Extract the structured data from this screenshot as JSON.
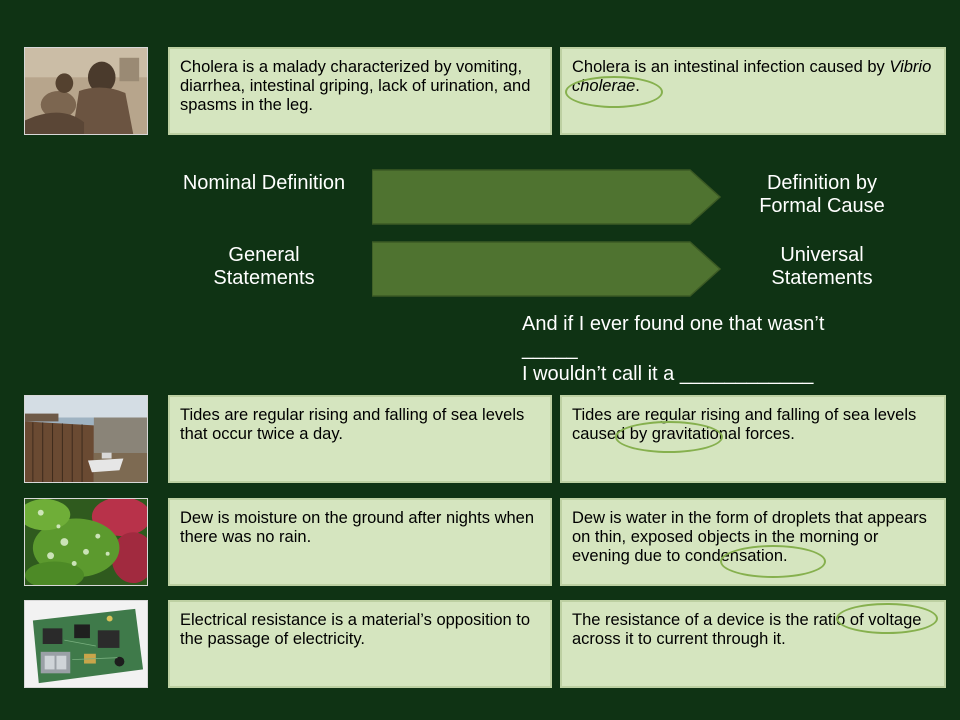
{
  "rows": [
    {
      "image_desc": "cholera-patient-photo",
      "nominal": "Cholera is a malady characterized by vomiting, diarrhea, intestinal griping, lack of urination, and spasms in the leg.",
      "formal_prefix": "Cholera is an intestinal infection caused by ",
      "formal_italic": "Vibrio cholerae",
      "formal_suffix": "."
    },
    {
      "image_desc": "harbor-low-tide-photo",
      "nominal": "Tides are regular rising and falling of sea levels that occur twice a day.",
      "formal": "Tides are regular rising and falling of sea levels caused by gravitational forces."
    },
    {
      "image_desc": "dew-on-leaves-photo",
      "nominal": "Dew is moisture on the ground after nights when there was no rain.",
      "formal": "Dew is water in the form of droplets that appears on thin, exposed objects in the morning or evening due to condensation."
    },
    {
      "image_desc": "circuit-board-photo",
      "nominal": "Electrical resistance is a material’s opposition to the passage of electricity.",
      "formal": "The resistance of a device is the ratio of voltage across it to current through it."
    }
  ],
  "labels": {
    "nominal_definition": "Nominal Definition",
    "formal_cause": "Definition by Formal Cause",
    "general_statements": "General Statements",
    "universal_statements": "Universal Statements"
  },
  "question": {
    "line1": "And if I ever found one that wasn’t",
    "line2": "_____",
    "line3": "I wouldn’t call it a ____________"
  },
  "colors": {
    "background": "#0f3314",
    "card": "#d5e5bf",
    "arrow": "#4f7330",
    "highlight_ring": "#86b04e"
  }
}
